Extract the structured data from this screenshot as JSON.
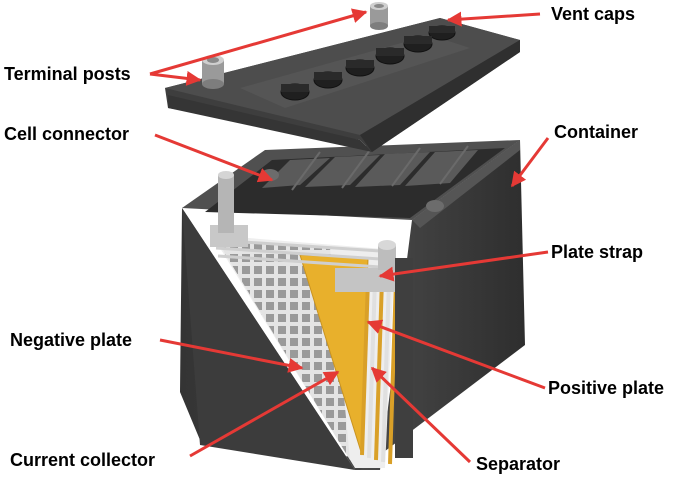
{
  "labels": {
    "vent_caps": "Vent caps",
    "terminal_posts": "Terminal posts",
    "cell_connector": "Cell connector",
    "container": "Container",
    "plate_strap": "Plate strap",
    "negative_plate": "Negative plate",
    "positive_plate": "Positive plate",
    "current_collector": "Current collector",
    "separator": "Separator"
  },
  "colors": {
    "arrow": "#e53935",
    "body_dark": "#3a3a3a",
    "body_mid": "#4a4a4a",
    "lid": "#444444",
    "positive_plate": "#e8b02c",
    "grid": "#dcdcdc",
    "separator": "#f2f2f2"
  }
}
